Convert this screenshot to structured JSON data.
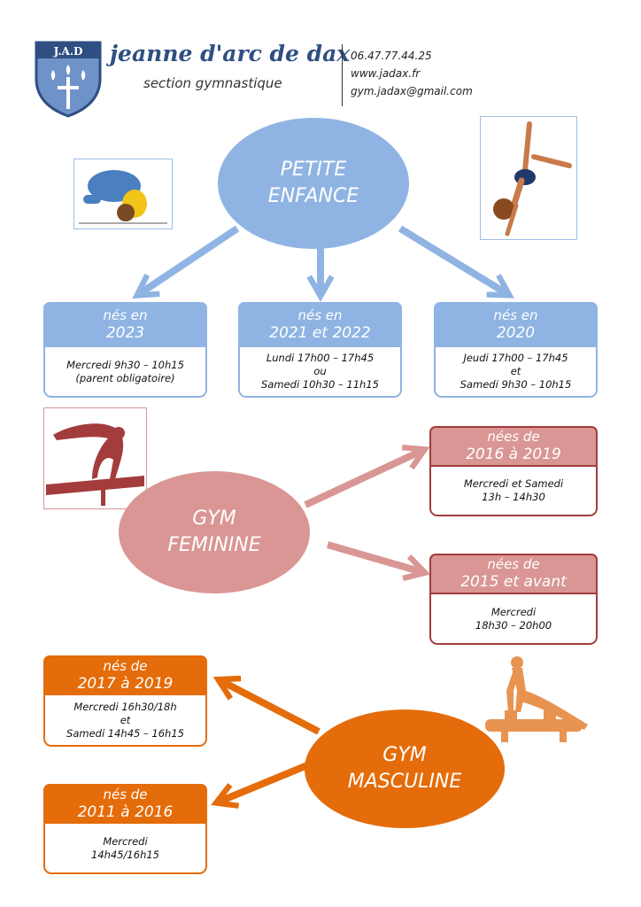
{
  "header": {
    "logo_text": "J.A.D",
    "club_name": "jeanne d'arc de dax",
    "section": "section gymnastique",
    "phone": "06.47.77.44.25",
    "website": "www.jadax.fr",
    "email": "gym.jadax@gmail.com"
  },
  "colors": {
    "blue": "#8fb4e3",
    "pink": "#d99694",
    "dark_red": "#a33c3c",
    "orange": "#e46c0a"
  },
  "petite_enfance": {
    "title_l1": "PETITE",
    "title_l2": "ENFANCE",
    "groups": [
      {
        "l1": "nés en",
        "l2": "2023",
        "schedule": [
          "Mercredi 9h30 – 10h15",
          "(parent obligatoire)"
        ]
      },
      {
        "l1": "nés en",
        "l2": "2021 et 2022",
        "schedule": [
          "Lundi 17h00 – 17h45",
          "ou",
          "Samedi 10h30 – 11h15"
        ]
      },
      {
        "l1": "nés en",
        "l2": "2020",
        "schedule": [
          "Jeudi 17h00 – 17h45",
          "et",
          "Samedi 9h30 – 10h15"
        ]
      }
    ]
  },
  "gym_feminine": {
    "title_l1": "GYM",
    "title_l2": "FEMININE",
    "groups": [
      {
        "l1": "nées de",
        "l2": "2016 à 2019",
        "schedule": [
          "Mercredi et Samedi",
          "13h – 14h30"
        ]
      },
      {
        "l1": "nées de",
        "l2": "2015 et avant",
        "schedule": [
          "Mercredi",
          "18h30 – 20h00"
        ]
      }
    ]
  },
  "gym_masculine": {
    "title_l1": "GYM",
    "title_l2": "MASCULINE",
    "groups": [
      {
        "l1": "nés de",
        "l2": "2017 à 2019",
        "schedule": [
          "Mercredi 16h30/18h",
          "et",
          "Samedi 14h45 – 16h15"
        ]
      },
      {
        "l1": "nés de",
        "l2": "2011 à 2016",
        "schedule": [
          "Mercredi",
          "14h45/16h15"
        ]
      }
    ]
  }
}
